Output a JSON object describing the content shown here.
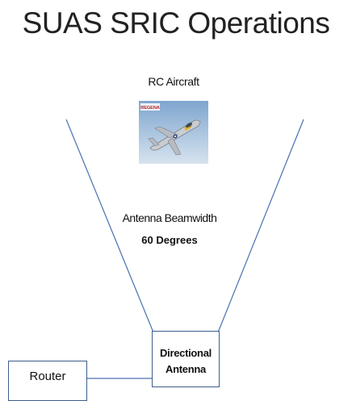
{
  "title": "SUAS SRIC Operations",
  "aircraft": {
    "label": "RC Aircraft",
    "image": "rc-jet-aircraft-photo",
    "logo_text": "REGENA"
  },
  "beam": {
    "label": "Antenna Beamwidth",
    "value_text": "60 Degrees"
  },
  "antenna": {
    "line1": "Directional",
    "line2": "Antenna"
  },
  "router": {
    "label": "Router"
  },
  "colors": {
    "line": "#4a72b0",
    "box_border": "#3d5d8c",
    "sky_top": "#7ea6cf",
    "sky_bottom": "#d7e3ef"
  }
}
